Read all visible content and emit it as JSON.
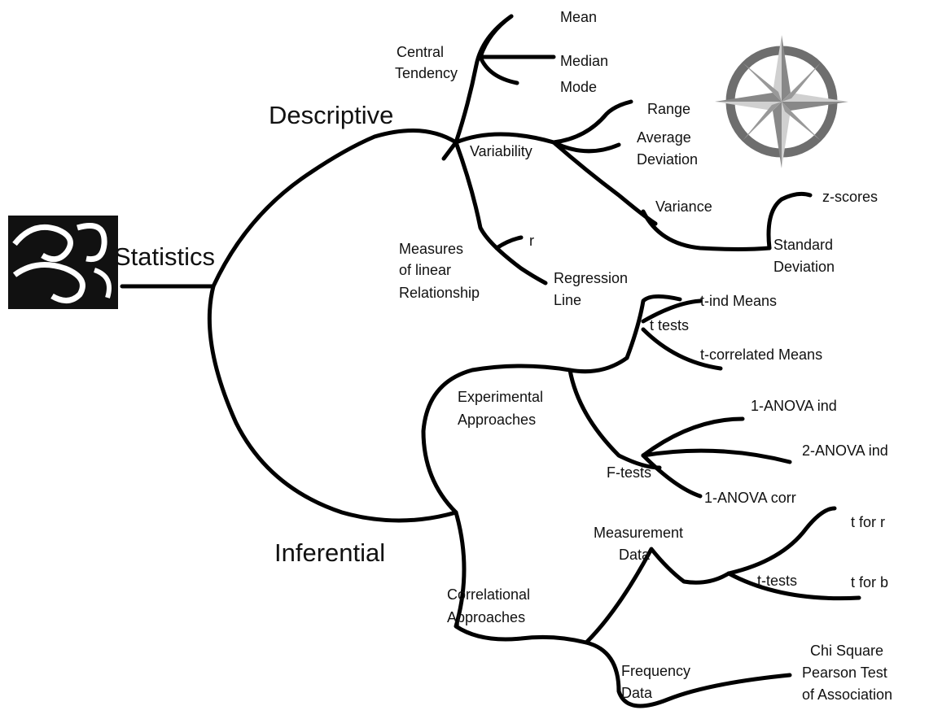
{
  "root": "Statistics",
  "branches": {
    "descriptive": "Descriptive",
    "inferential": "Inferential"
  },
  "descriptive": {
    "central_tendency": [
      "Central",
      "Tendency"
    ],
    "mean": "Mean",
    "median": "Median",
    "mode": "Mode",
    "variability": "Variability",
    "range": "Range",
    "average_deviation": [
      "Average",
      "Deviation"
    ],
    "variance": "Variance",
    "standard_deviation": [
      "Standard",
      "Deviation"
    ],
    "z_scores": "z-scores",
    "linear_relationship": [
      "Measures",
      "of linear",
      "Relationship"
    ],
    "r": "r",
    "regression_line": [
      "Regression",
      "Line"
    ]
  },
  "inferential": {
    "experimental": [
      "Experimental",
      "Approaches"
    ],
    "t_tests": "t tests",
    "t_ind_means": "t-ind Means",
    "t_correlated_means": "t-correlated Means",
    "f_tests": "F-tests",
    "anova1_ind": "1-ANOVA ind",
    "anova2_ind": "2-ANOVA ind",
    "anova1_corr": "1-ANOVA corr",
    "correlational": [
      "Correlational",
      "Approaches"
    ],
    "measurement_data": [
      "Measurement",
      "Data"
    ],
    "t_tests_2": "t-tests",
    "t_for_r": "t for r",
    "t_for_b": "t for b",
    "frequency_data": [
      "Frequency",
      "Data"
    ],
    "chi_square": [
      "Chi Square",
      "Pearson Test",
      "of Association"
    ]
  },
  "icons": {
    "logo": "swirl-logo-icon",
    "compass": "compass-rose-icon"
  },
  "colors": {
    "lines": "#000000",
    "text": "#111111",
    "compass": "#6e6e6e"
  }
}
